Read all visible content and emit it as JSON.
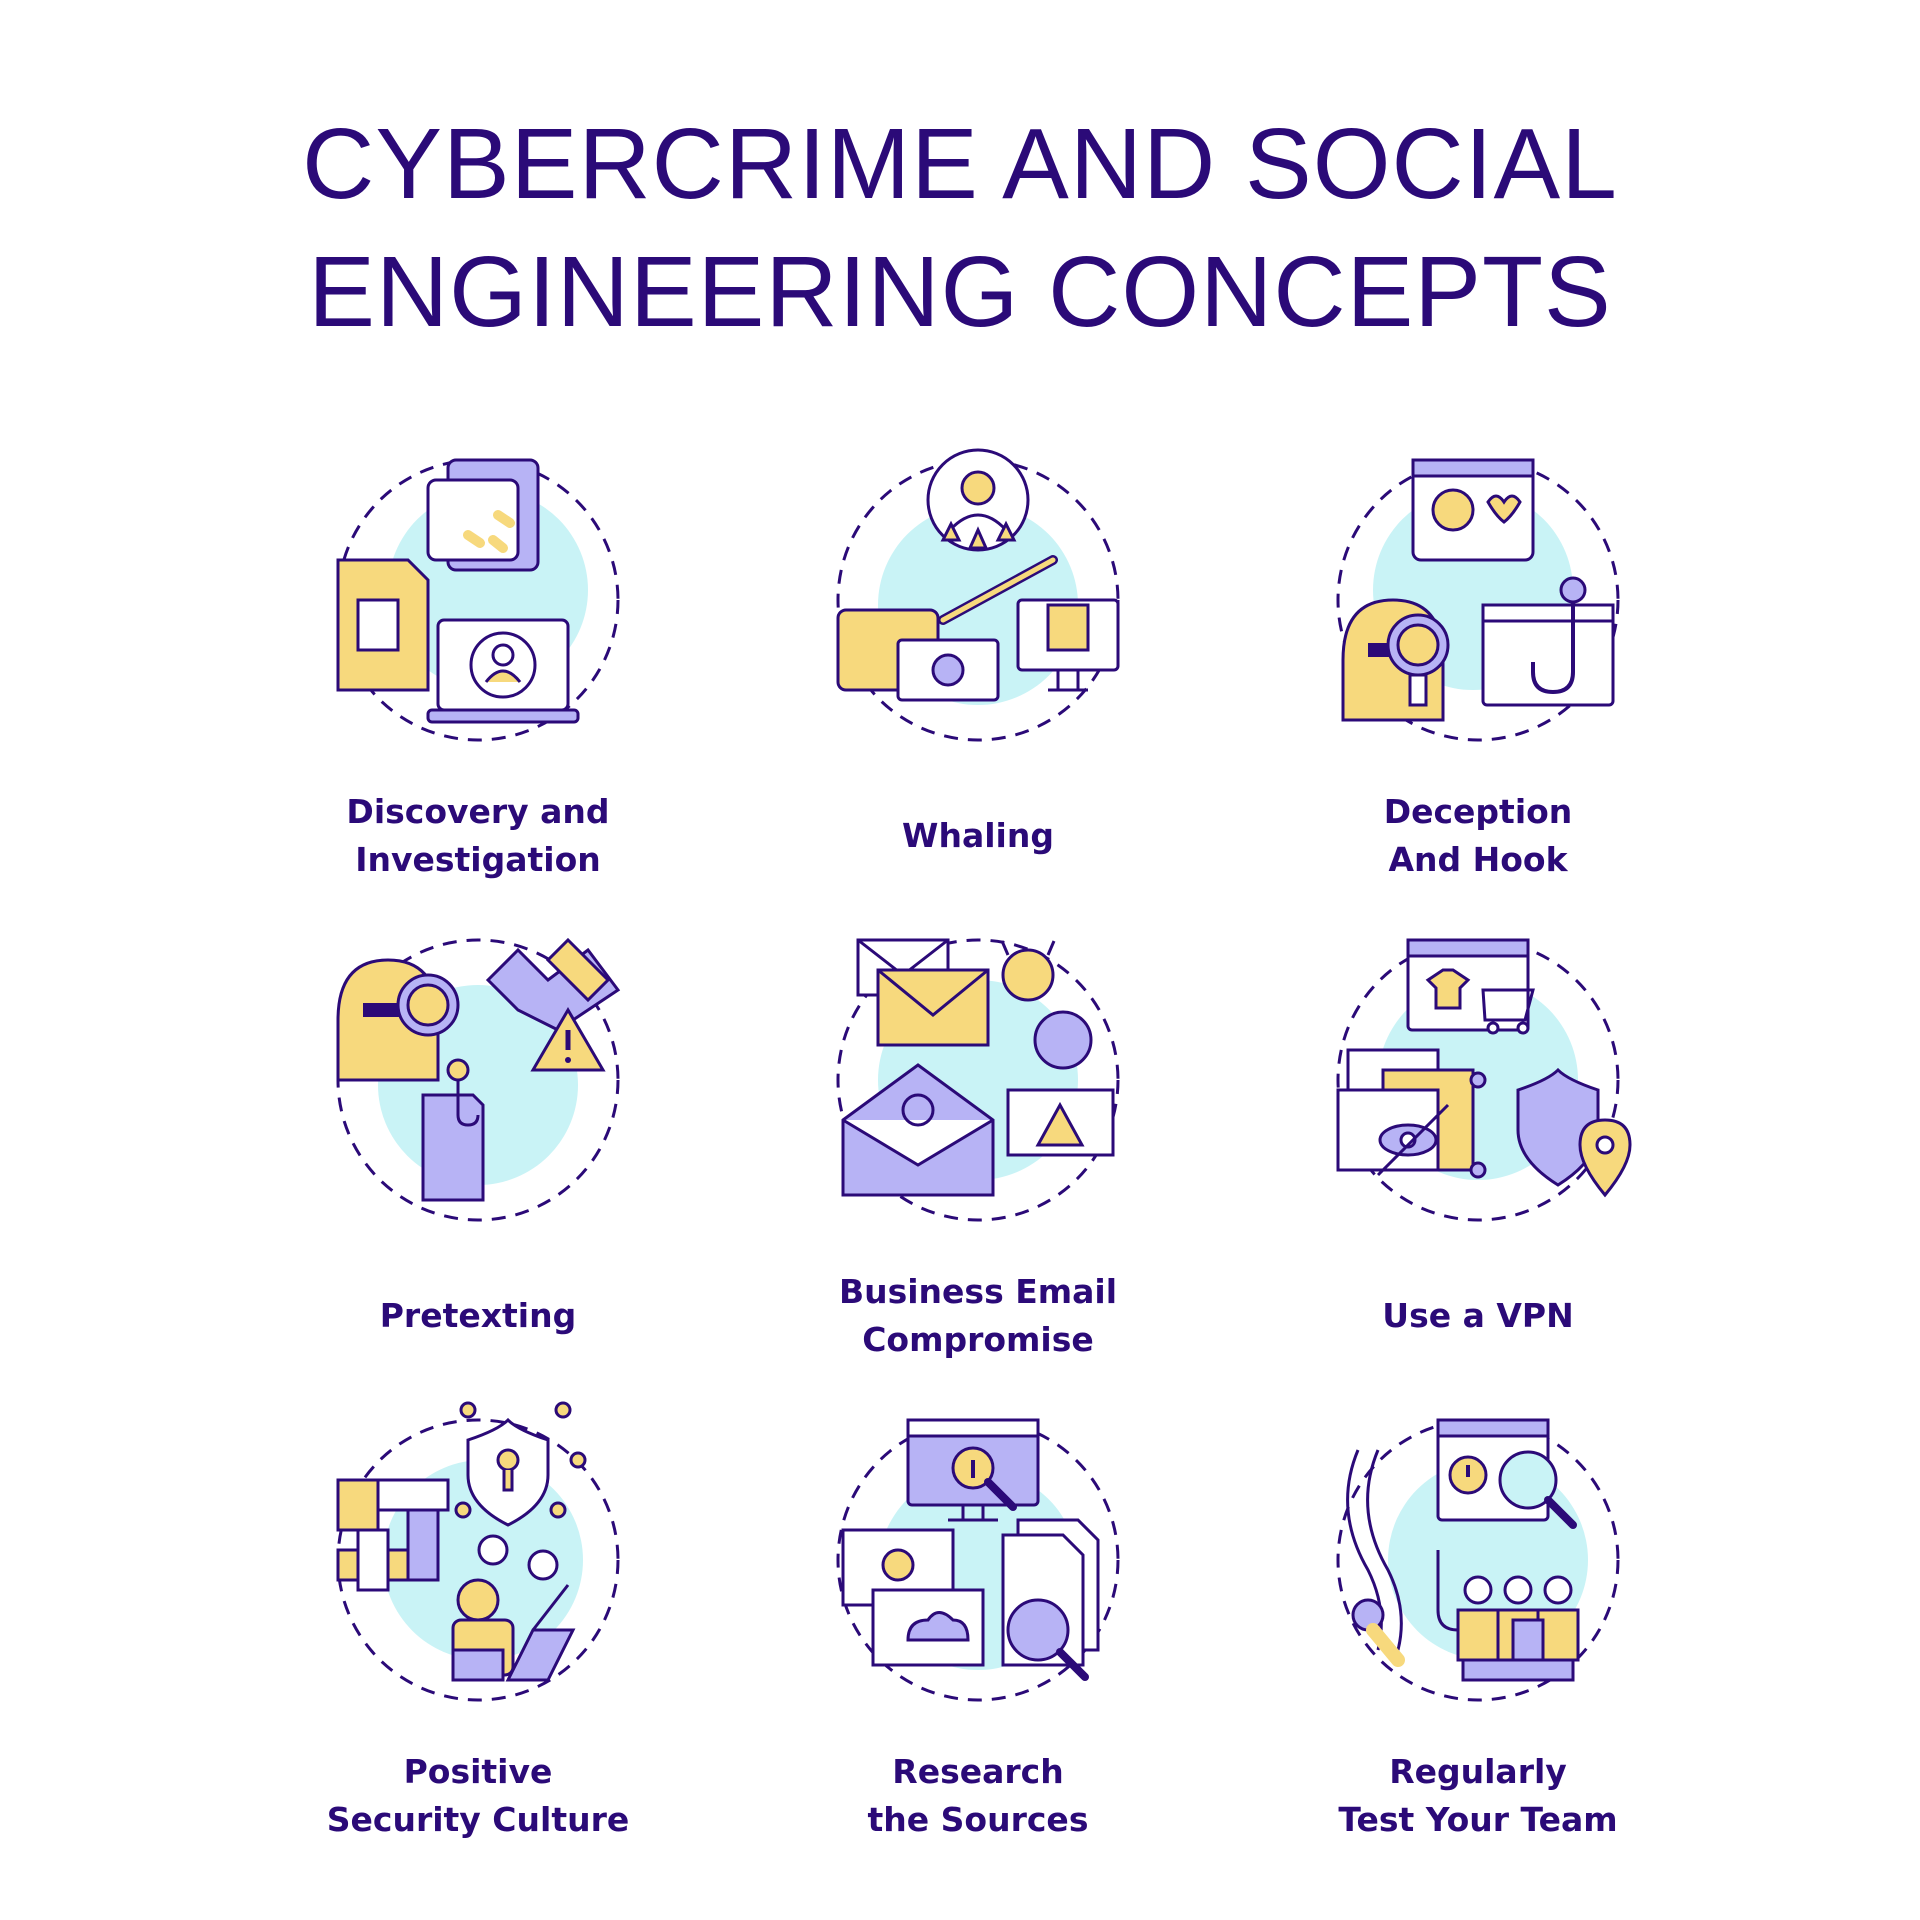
{
  "title": {
    "line1": "CYBERCRIME AND SOCIAL",
    "line2": "ENGINEERING CONCEPTS"
  },
  "colors": {
    "outline": "#2b0a78",
    "yellow": "#f7d97d",
    "purple": "#b7b3f5",
    "cyan": "#c9f3f6"
  },
  "concepts": [
    {
      "line1": "Discovery  and",
      "line2": "Investigation",
      "icon": "discovery-icon"
    },
    {
      "line1": "Whaling",
      "line2": "",
      "icon": "whaling-icon"
    },
    {
      "line1": "Deception",
      "line2": "And Hook",
      "icon": "deception-hook-icon"
    },
    {
      "line1": "Pretexting",
      "line2": "",
      "icon": "pretexting-icon"
    },
    {
      "line1": "Business Email",
      "line2": "Compromise",
      "icon": "business-email-icon"
    },
    {
      "line1": "Use a VPN",
      "line2": "",
      "icon": "vpn-icon"
    },
    {
      "line1": "Positive",
      "line2": "Security Culture",
      "icon": "security-culture-icon"
    },
    {
      "line1": "Research",
      "line2": "the Sources",
      "icon": "research-icon"
    },
    {
      "line1": "Regularly",
      "line2": "Test Your Team",
      "icon": "test-team-icon"
    }
  ]
}
